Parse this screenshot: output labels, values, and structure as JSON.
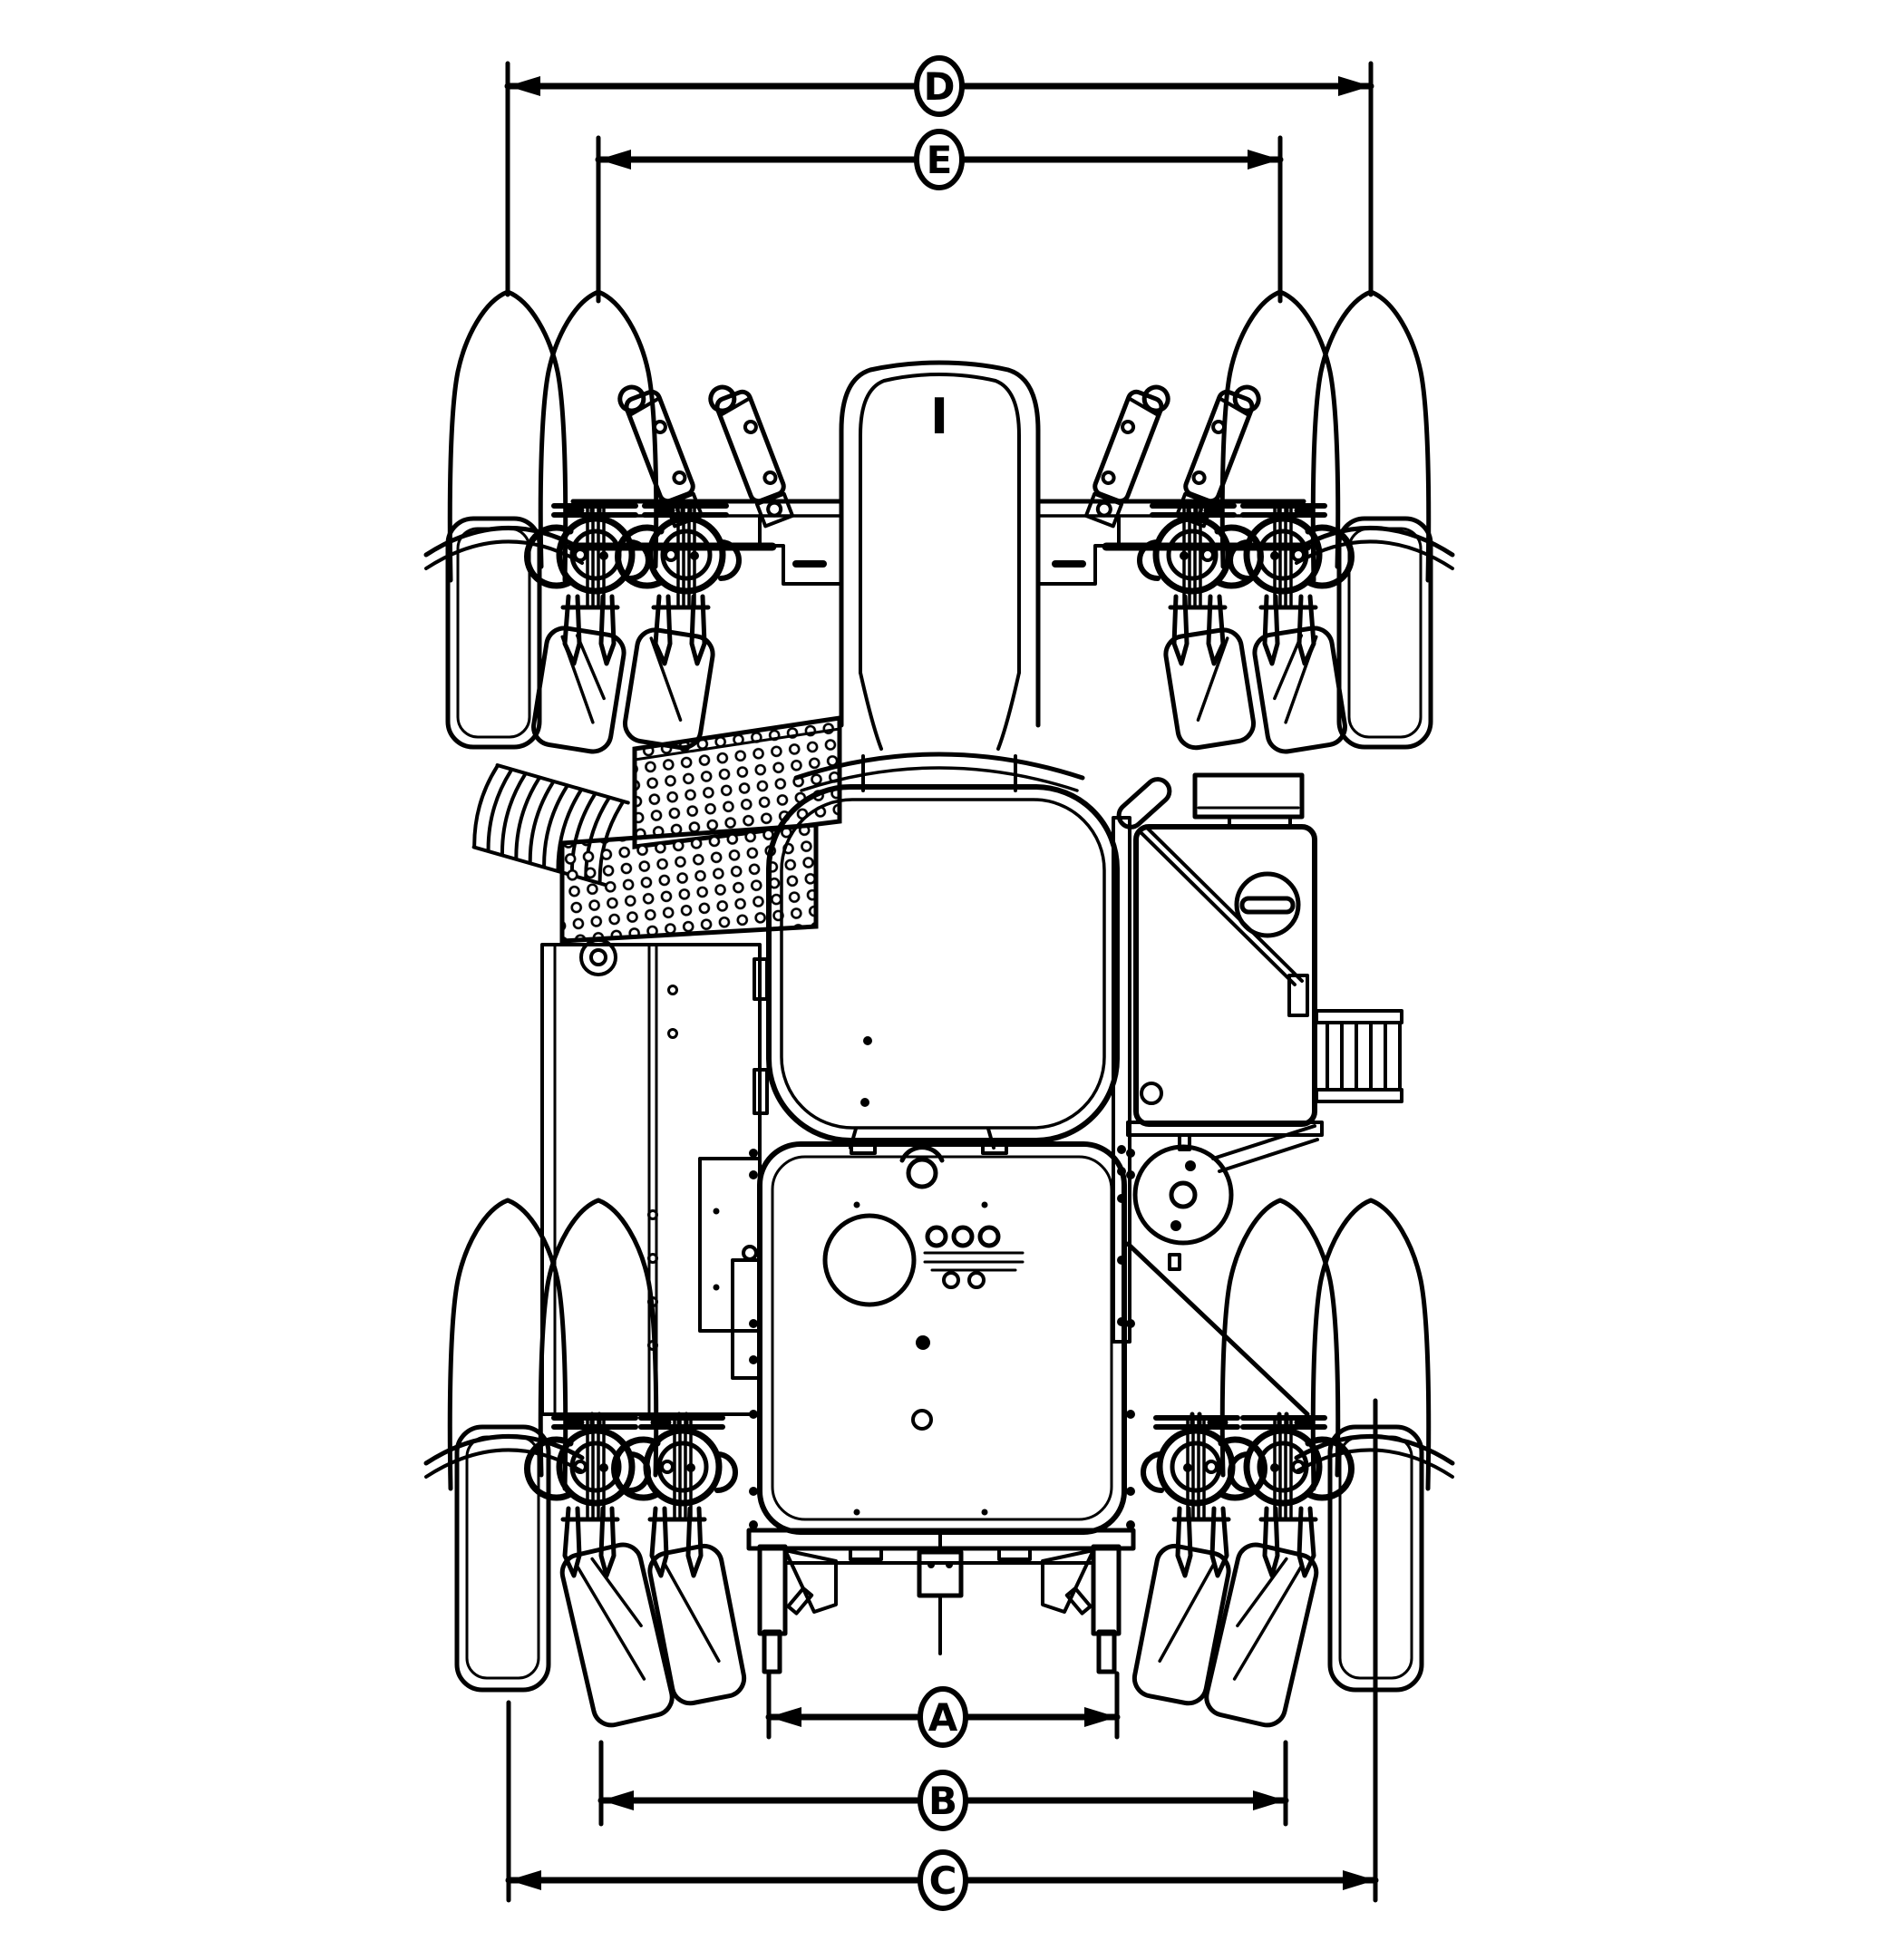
{
  "colors": {
    "ink": "#000000",
    "paper": "#ffffff"
  },
  "hood_marker": {
    "label": "I"
  },
  "dimensions": {
    "A": {
      "label": "A"
    },
    "B": {
      "label": "B"
    },
    "C": {
      "label": "C"
    },
    "D": {
      "label": "D"
    },
    "E": {
      "label": "E"
    }
  }
}
